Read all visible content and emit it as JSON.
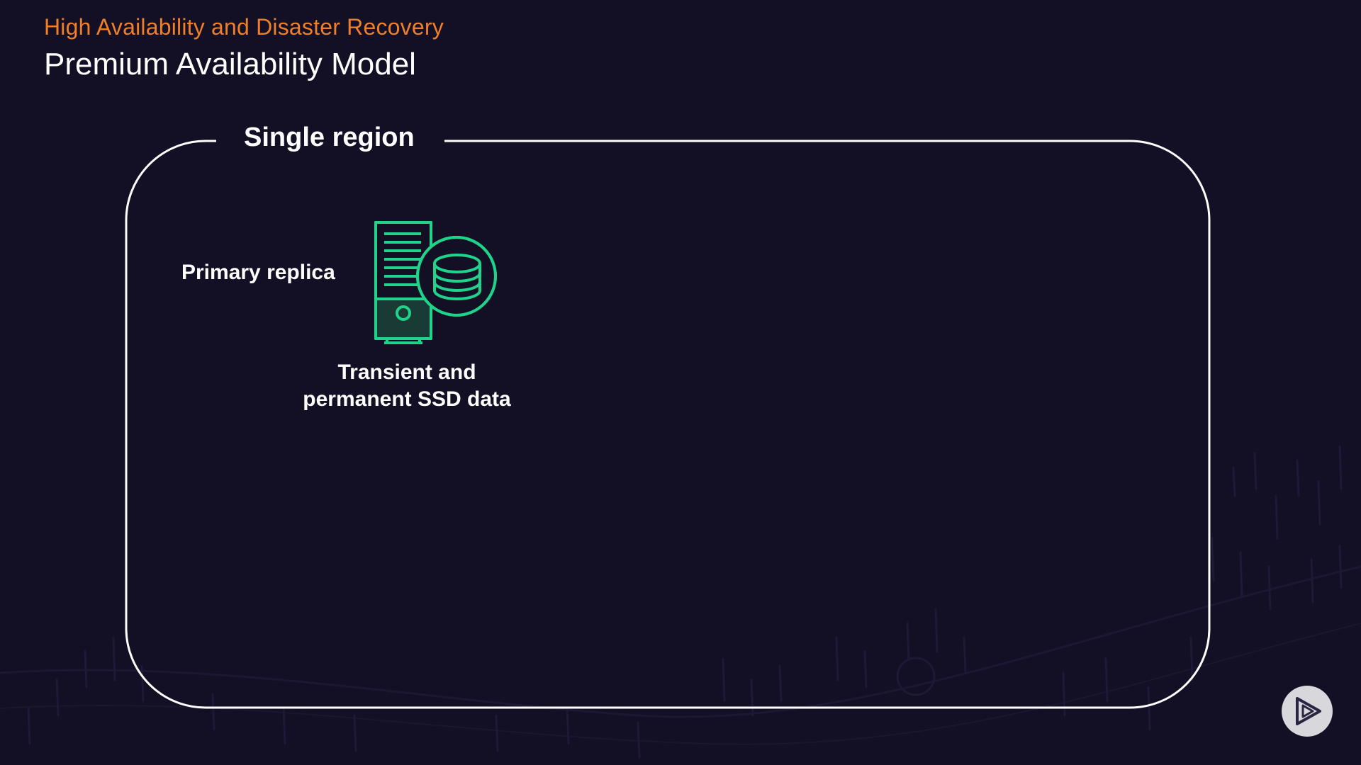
{
  "header": {
    "subtitle": "High Availability and Disaster Recovery",
    "title": "Premium Availability Model"
  },
  "diagram": {
    "region_label": "Single region",
    "primary_label": "Primary replica",
    "caption_line1": "Transient and",
    "caption_line2": "permanent SSD data",
    "icon": "server-database-icon"
  },
  "controls": {
    "player_icon": "play-logo-icon"
  },
  "colors": {
    "background": "#130f25",
    "accent": "#f07f2a",
    "icon": "#1fd38a",
    "frame": "#ffffff"
  }
}
